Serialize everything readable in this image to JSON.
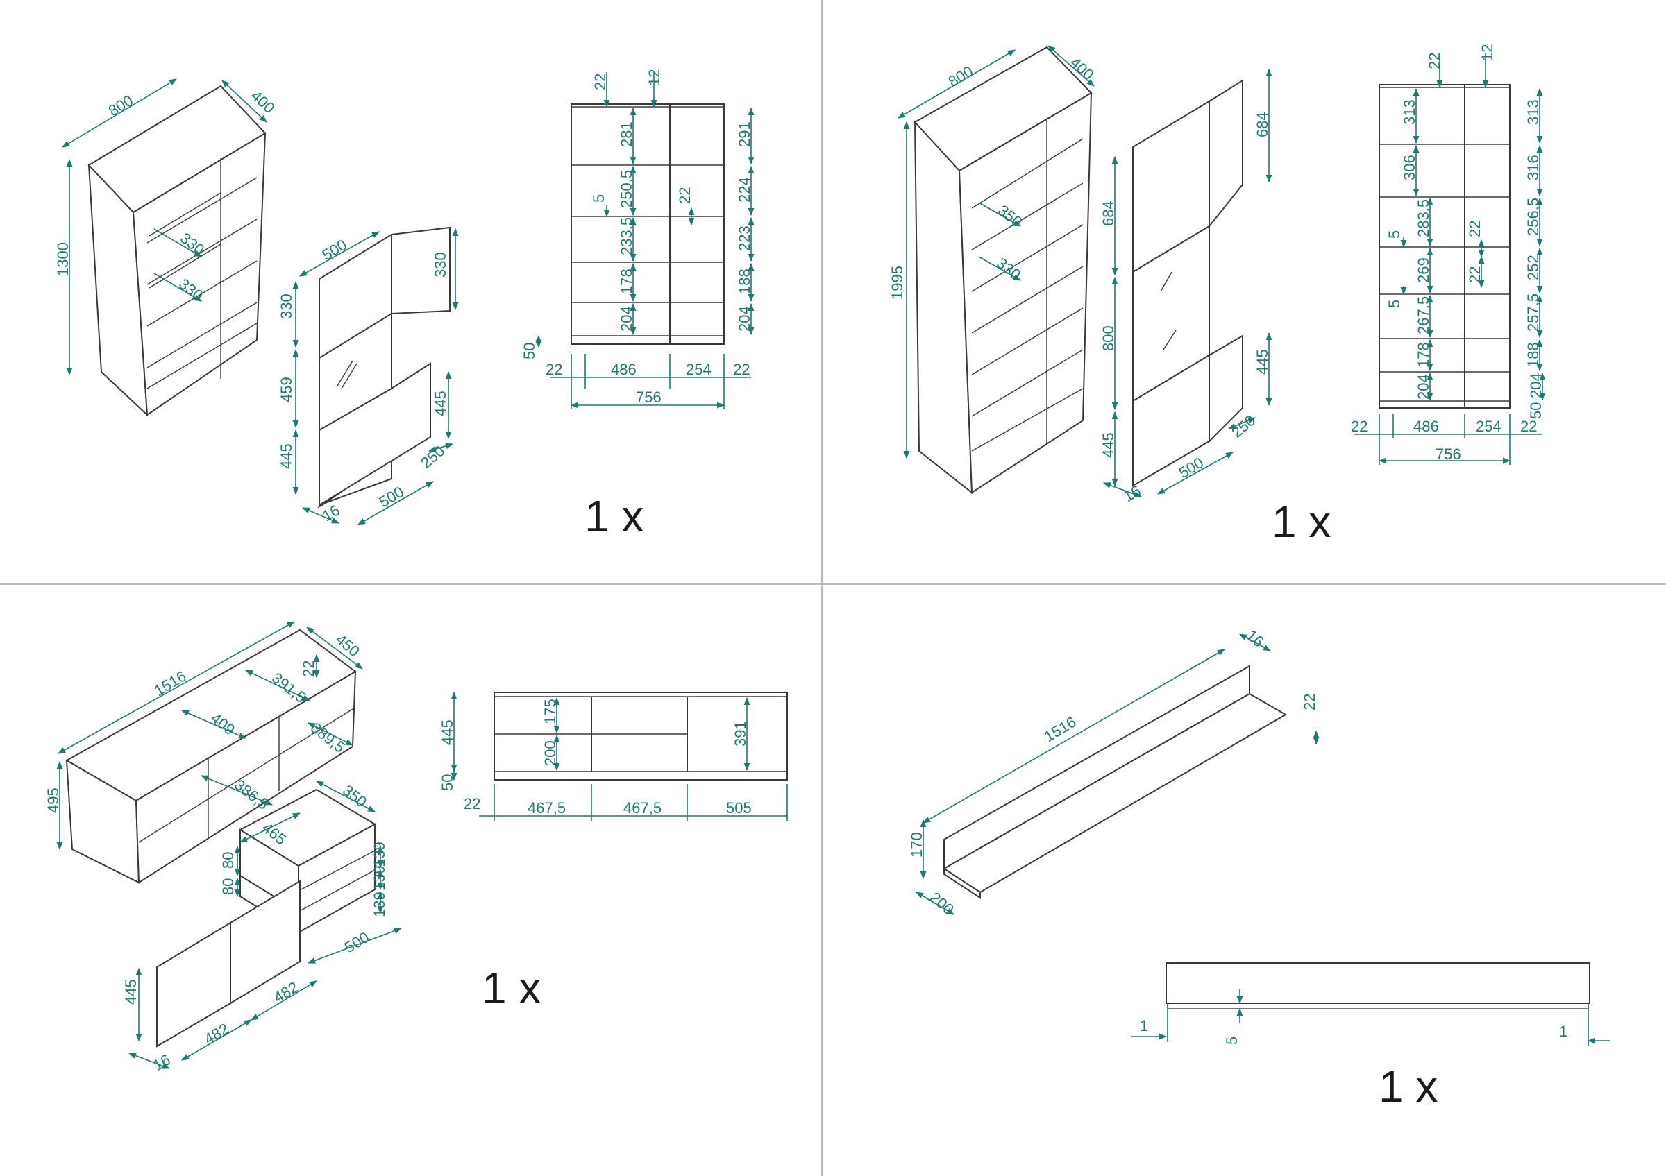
{
  "panels": [
    {
      "id": "cabinet-1300",
      "quantity": "1 x",
      "iso_dims": [
        "800",
        "400",
        "1300",
        "330",
        "330"
      ],
      "door_dims": [
        "500",
        "330",
        "330",
        "459",
        "445",
        "445",
        "250",
        "16",
        "500"
      ],
      "front_dims": [
        "22",
        "12",
        "281",
        "291",
        "250,5",
        "224",
        "5",
        "22",
        "233,5",
        "223",
        "178",
        "188",
        "204",
        "204",
        "50",
        "22",
        "486",
        "254",
        "22",
        "756"
      ]
    },
    {
      "id": "cabinet-1995",
      "quantity": "1 x",
      "iso_dims": [
        "800",
        "400",
        "1995",
        "350",
        "330"
      ],
      "door_dims": [
        "684",
        "684",
        "800",
        "445",
        "445",
        "250",
        "500",
        "16"
      ],
      "front_dims": [
        "22",
        "12",
        "313",
        "313",
        "306",
        "316",
        "283,5",
        "256,5",
        "5",
        "22",
        "269",
        "22",
        "252",
        "5",
        "267,5",
        "257,5",
        "178",
        "188",
        "204",
        "204",
        "50",
        "22",
        "486",
        "254",
        "22",
        "756"
      ]
    },
    {
      "id": "lowboard",
      "quantity": "1 x",
      "iso_dims": [
        "1516",
        "450",
        "22",
        "391,5",
        "409",
        "389,5",
        "386,5",
        "495"
      ],
      "drawer_dims": [
        "350",
        "465",
        "80",
        "80",
        "139",
        "139",
        "139",
        "500"
      ],
      "door_dims": [
        "445",
        "482",
        "482",
        "16"
      ],
      "front_dims": [
        "445",
        "50",
        "175",
        "200",
        "391",
        "22",
        "467,5",
        "467,5",
        "505"
      ]
    },
    {
      "id": "wall-shelf",
      "quantity": "1 x",
      "iso_dims": [
        "16",
        "22",
        "1516",
        "170",
        "200"
      ],
      "front_dims": [
        "1",
        "5",
        "1"
      ]
    }
  ]
}
